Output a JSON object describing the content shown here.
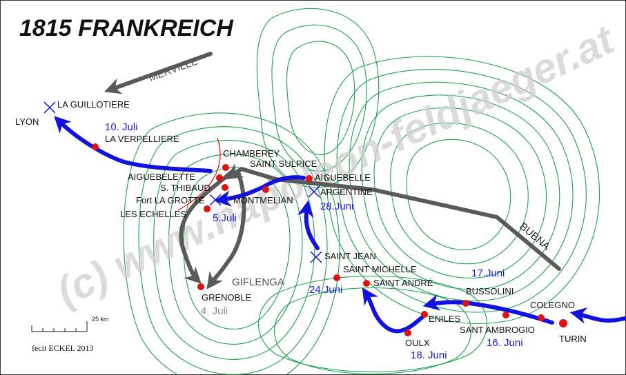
{
  "title": "1815 FRANKREICH",
  "watermark": "(c) www.napoleon-feldjaeger.at",
  "credit": "fecit ECKEL 2013",
  "scale": {
    "label": "25 km"
  },
  "colors": {
    "blue_route": "#1212e0",
    "grey_route": "#5a5a5a",
    "contour": "#18a050",
    "city": "#e01010"
  },
  "places": {
    "lyon": "LYON",
    "la_guillotiere": "LA GUILLOTIERE",
    "la_verpelliere": "LA VERPELLIERE",
    "chamberey": "CHAMBEREY",
    "saint_sulpice": "SAINT SULPICE",
    "aiguebelette": "AIGUEBELETTE",
    "s_thibaud": "S. THIBAUD",
    "fort_la_grotte": "Fort LA GROTTE",
    "les_echelles": "LES ECHELLES",
    "montmelian": "MONTMELIAN",
    "aiguebelle": "AIGUEBELLE",
    "argentine": "ARGENTINE",
    "saint_jean": "SAINT JEAN",
    "saint_michelle": "SAINT MICHELLE",
    "saint_andre": "SAINT ANDRÉ",
    "grenoble": "GRENOBLE",
    "bussolini": "BUSSOLINI",
    "colegno": "COLEGNO",
    "eniles": "ENILES",
    "sant_ambrogio": "SANT AMBROGIO",
    "oulx": "OULX",
    "turin": "TURIN"
  },
  "dates": {
    "juli_10": "10. Juli",
    "juli_5": "5.Juli",
    "juni_28": "28.Juni",
    "juni_24": "24.Juni",
    "juni_17": "17.Juni",
    "juni_16": "16. Juni",
    "juni_18": "18. Juni",
    "juli_4": "4. Juli"
  },
  "routes": {
    "merville": "MERVILLE",
    "bubna": "BUBNA",
    "giflenga": "GIFLENGA"
  }
}
